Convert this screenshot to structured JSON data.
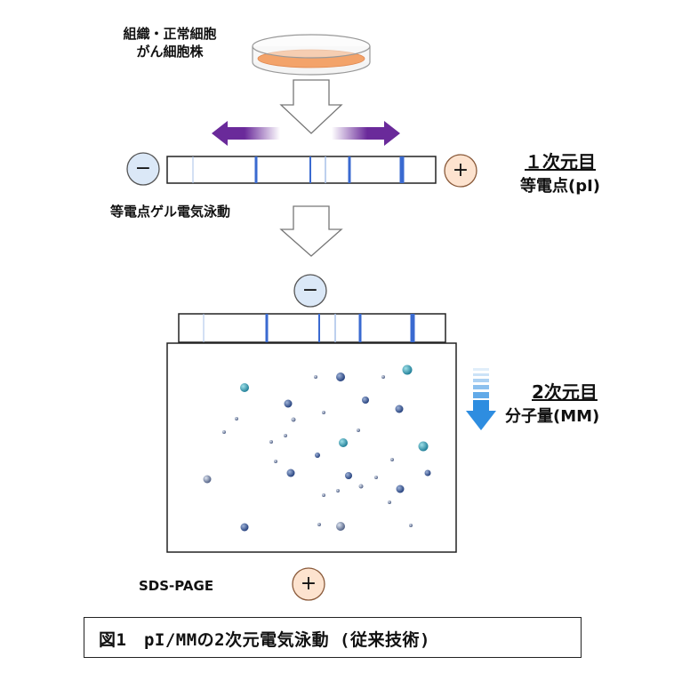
{
  "labels": {
    "sample_line1": "組織・正常細胞",
    "sample_line2": "がん細胞株",
    "ief_method": "等電点ゲル電気泳動",
    "dim1_title": "１次元目",
    "dim1_sub": "等電点(pI)",
    "dim2_title": "2次元目",
    "dim2_sub": "分子量(MM)",
    "sds_page": "SDS-PAGE",
    "caption": "図1　pI/MMの2次元電気泳動 (従来技術)"
  },
  "symbols": {
    "minus": "−",
    "plus": "+"
  },
  "colors": {
    "arrow_purple": "#6a2a9a",
    "band_blue": "#3a6ad0",
    "electrode_fill_minus": "#dbe8f7",
    "electrode_fill_plus": "#fde3cf",
    "dish_cells": "#f3a36a",
    "down_arrow": "#2e8de0"
  }
}
